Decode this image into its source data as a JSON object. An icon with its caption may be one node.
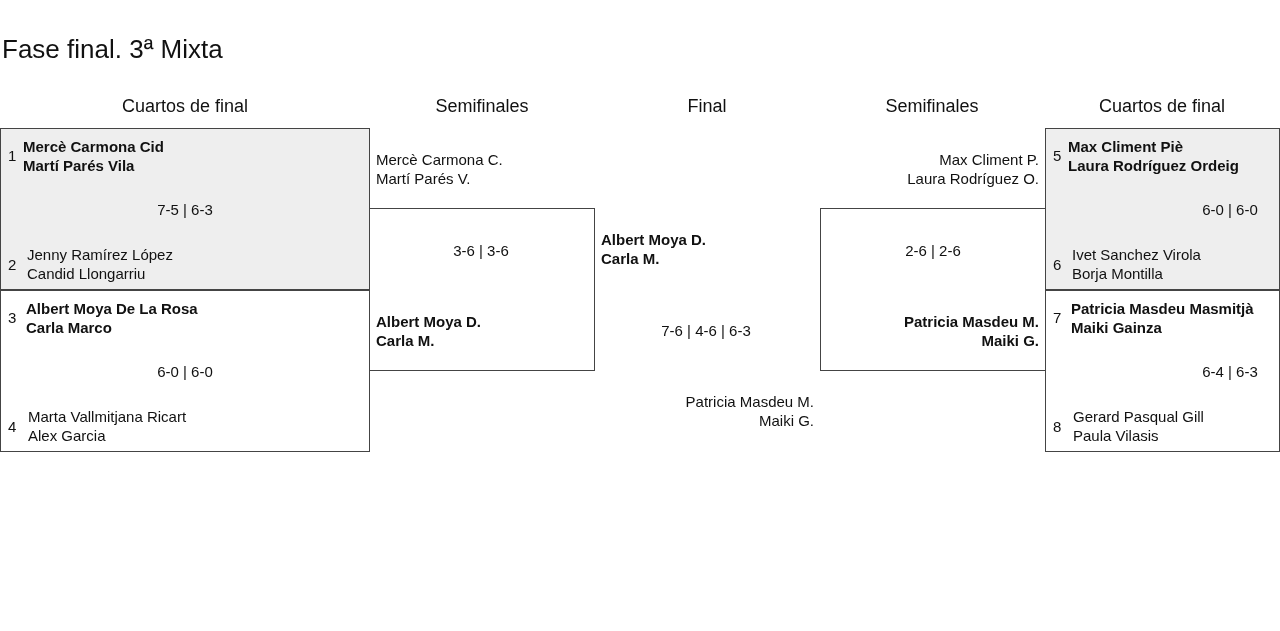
{
  "diagram": {
    "title": "Fase final. 3ª Mixta",
    "nodes": [
      {
        "text": [
          "1",
          "Mercè Carmona Cid",
          "Martí Parés Vila",
          "7-5 | 6-3",
          "2",
          "Jenny Ramírez López",
          "Candid Llongarriu"
        ]
      },
      {
        "text": [
          "3",
          "Albert Moya De La Rosa",
          "Carla Marco",
          "6-0 | 6-0",
          "4",
          "Marta Vallmitjana Ricart",
          "Alex Garcia"
        ]
      },
      {
        "text": [
          "Mercè Carmona C.",
          "Martí Parés V.",
          "3-6 | 3-6",
          "Albert Moya D.",
          "Carla M."
        ]
      },
      {
        "text": [
          "Albert Moya D.",
          "Carla M.",
          "7-6 | 4-6 | 6-3",
          "Patricia Masdeu M.",
          "Maiki G."
        ]
      },
      {
        "text": [
          "Max Climent P.",
          "Laura Rodríguez O.",
          "2-6 | 2-6",
          "Patricia Masdeu M.",
          "Maiki G."
        ]
      },
      {
        "text": [
          "5",
          "Max Climent Piè",
          "Laura Rodríguez Ordeig",
          "6-0 | 6-0",
          "6",
          "Ivet Sanchez Virola",
          "Borja Montilla"
        ]
      },
      {
        "text": [
          "7",
          "Patricia Masdeu Masmitjà",
          "Maiki Gainza",
          "6-4 | 6-3",
          "8",
          "Gerard Pasqual Gill",
          "Paula Vilasis"
        ]
      }
    ],
    "labels": [
      "Cuartos de final",
      "Semifinales",
      "Final",
      "Semifinales",
      "Cuartos de final"
    ]
  }
}
